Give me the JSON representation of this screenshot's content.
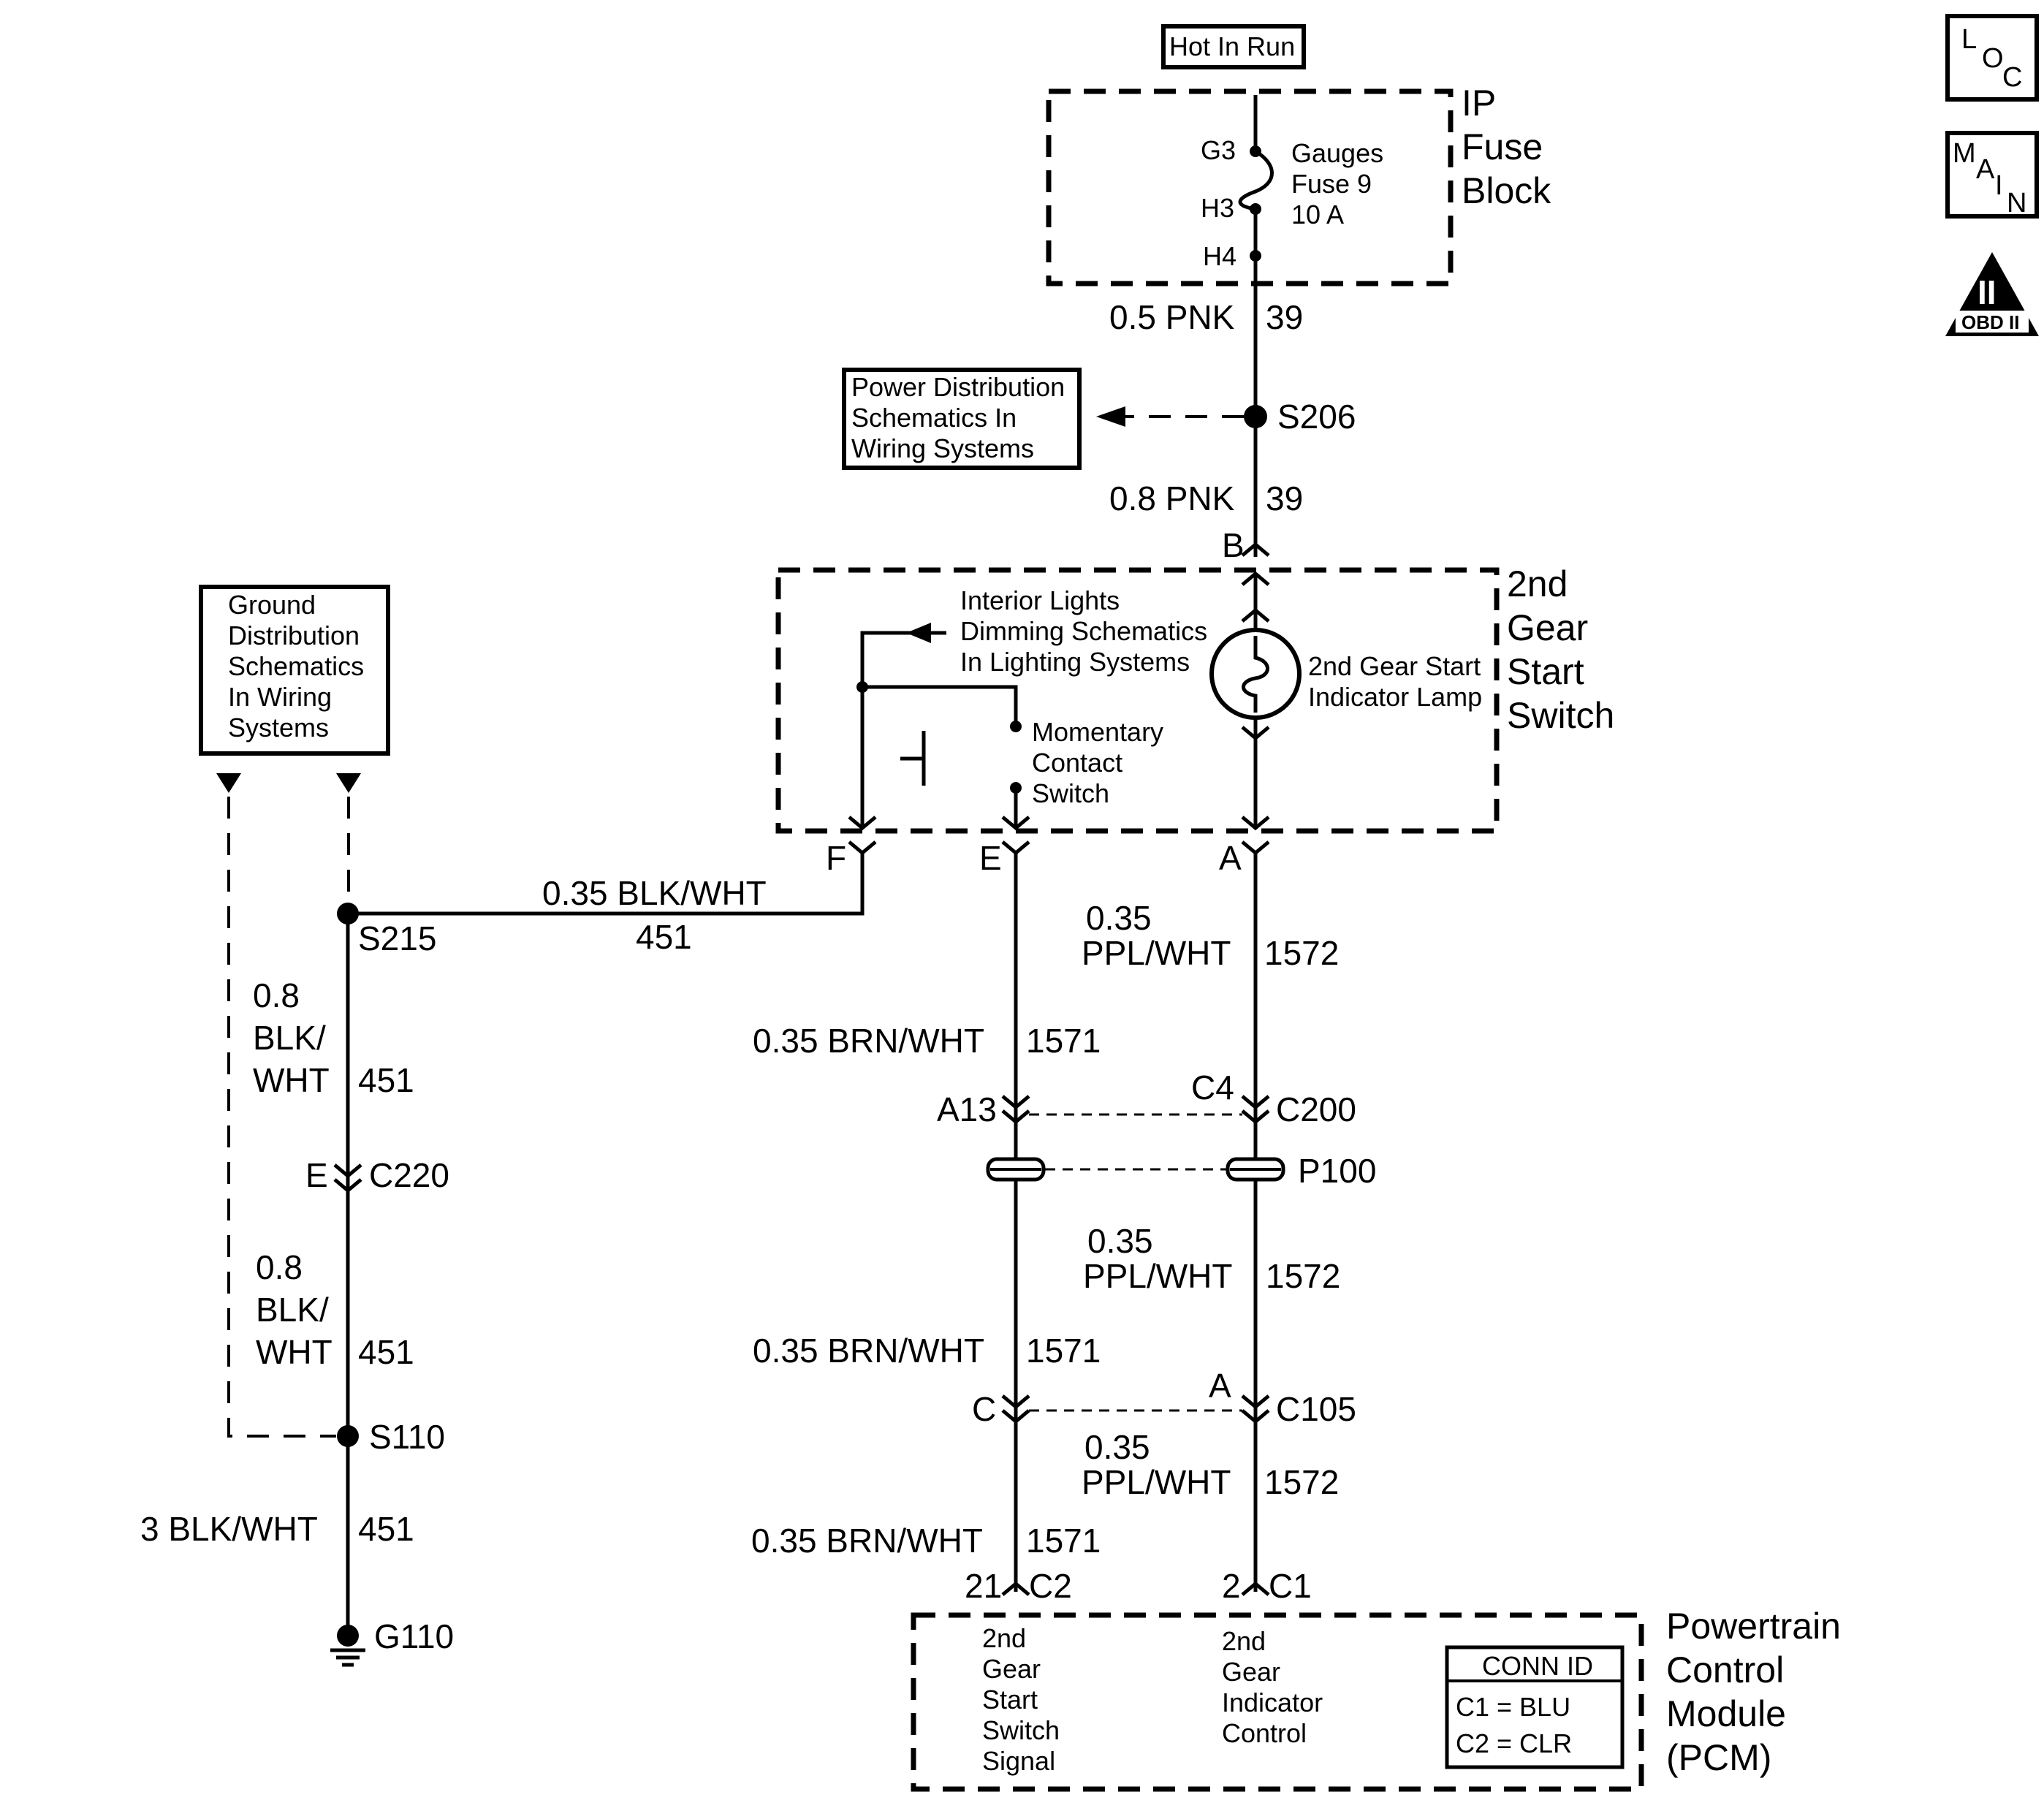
{
  "power": {
    "label": "Hot In Run"
  },
  "fuse_block": {
    "title": [
      "IP",
      "Fuse",
      "Block"
    ],
    "pins": {
      "g3": "G3",
      "h3": "H3",
      "h4": "H4"
    },
    "fuse": [
      "Gauges",
      "Fuse 9",
      "10 A"
    ]
  },
  "wires": {
    "w39a": {
      "gauge": "0.5 PNK",
      "circuit": "39"
    },
    "w39b": {
      "gauge": "0.8 PNK",
      "circuit": "39"
    },
    "w451_top": {
      "gauge": "0.35 BLK/WHT",
      "circuit": "451"
    },
    "w451_mid": {
      "gauge": [
        "0.8",
        "BLK/",
        "WHT"
      ],
      "circuit": "451"
    },
    "w451_low": {
      "gauge": [
        "0.8",
        "BLK/",
        "WHT"
      ],
      "circuit": "451"
    },
    "w451_bot": {
      "gauge": "3 BLK/WHT",
      "circuit": "451"
    },
    "w1572_a": {
      "gauge": [
        "0.35",
        "PPL/WHT"
      ],
      "circuit": "1572"
    },
    "w1572_b": {
      "gauge": [
        "0.35",
        "PPL/WHT"
      ],
      "circuit": "1572"
    },
    "w1572_c": {
      "gauge": [
        "0.35",
        "PPL/WHT"
      ],
      "circuit": "1572"
    },
    "w1571_a": {
      "gauge": "0.35 BRN/WHT",
      "circuit": "1571"
    },
    "w1571_b": {
      "gauge": "0.35 BRN/WHT",
      "circuit": "1571"
    },
    "w1571_c": {
      "gauge": "0.35 BRN/WHT",
      "circuit": "1571"
    }
  },
  "splices": {
    "s206": "S206",
    "s215": "S215",
    "s110": "S110"
  },
  "grounds": {
    "g110": "G110"
  },
  "refs": {
    "power_dist": [
      "Power Distribution",
      "Schematics In",
      "Wiring Systems"
    ],
    "ground_dist": [
      "Ground",
      "Distribution",
      "Schematics",
      "In Wiring",
      "Systems"
    ],
    "interior": [
      "Interior Lights",
      "Dimming Schematics",
      "In Lighting Systems"
    ]
  },
  "switch": {
    "title": [
      "2nd",
      "Gear",
      "Start",
      "Switch"
    ],
    "lamp": [
      "2nd Gear Start",
      "Indicator Lamp"
    ],
    "momentary": [
      "Momentary",
      "Contact",
      "Switch"
    ],
    "pins": {
      "b": "B",
      "f": "F",
      "e": "E",
      "a": "A"
    }
  },
  "connectors": {
    "c220": "C220",
    "c220_pin": "E",
    "c200": "C200",
    "c200_left": "A13",
    "c200_right": "C4",
    "p100": "P100",
    "c105": "C105",
    "c105_left": "C",
    "c105_right": "A"
  },
  "pcm": {
    "title": [
      "Powertrain",
      "Control",
      "Module",
      "(PCM)"
    ],
    "pin_left": "21",
    "conn_left": "C2",
    "pin_right": "2",
    "conn_right": "C1",
    "signal_left": [
      "2nd",
      "Gear",
      "Start",
      "Switch",
      "Signal"
    ],
    "signal_right": [
      "2nd",
      "Gear",
      "Indicator",
      "Control"
    ],
    "conn_id": {
      "header": "CONN ID",
      "rows": [
        "C1 = BLU",
        "C2 = CLR"
      ]
    }
  },
  "badges": {
    "loc": [
      "L",
      "O",
      "C"
    ],
    "main": [
      "M",
      "A",
      "I",
      "N"
    ],
    "obd": {
      "numeral": "II",
      "label": "OBD II"
    }
  }
}
